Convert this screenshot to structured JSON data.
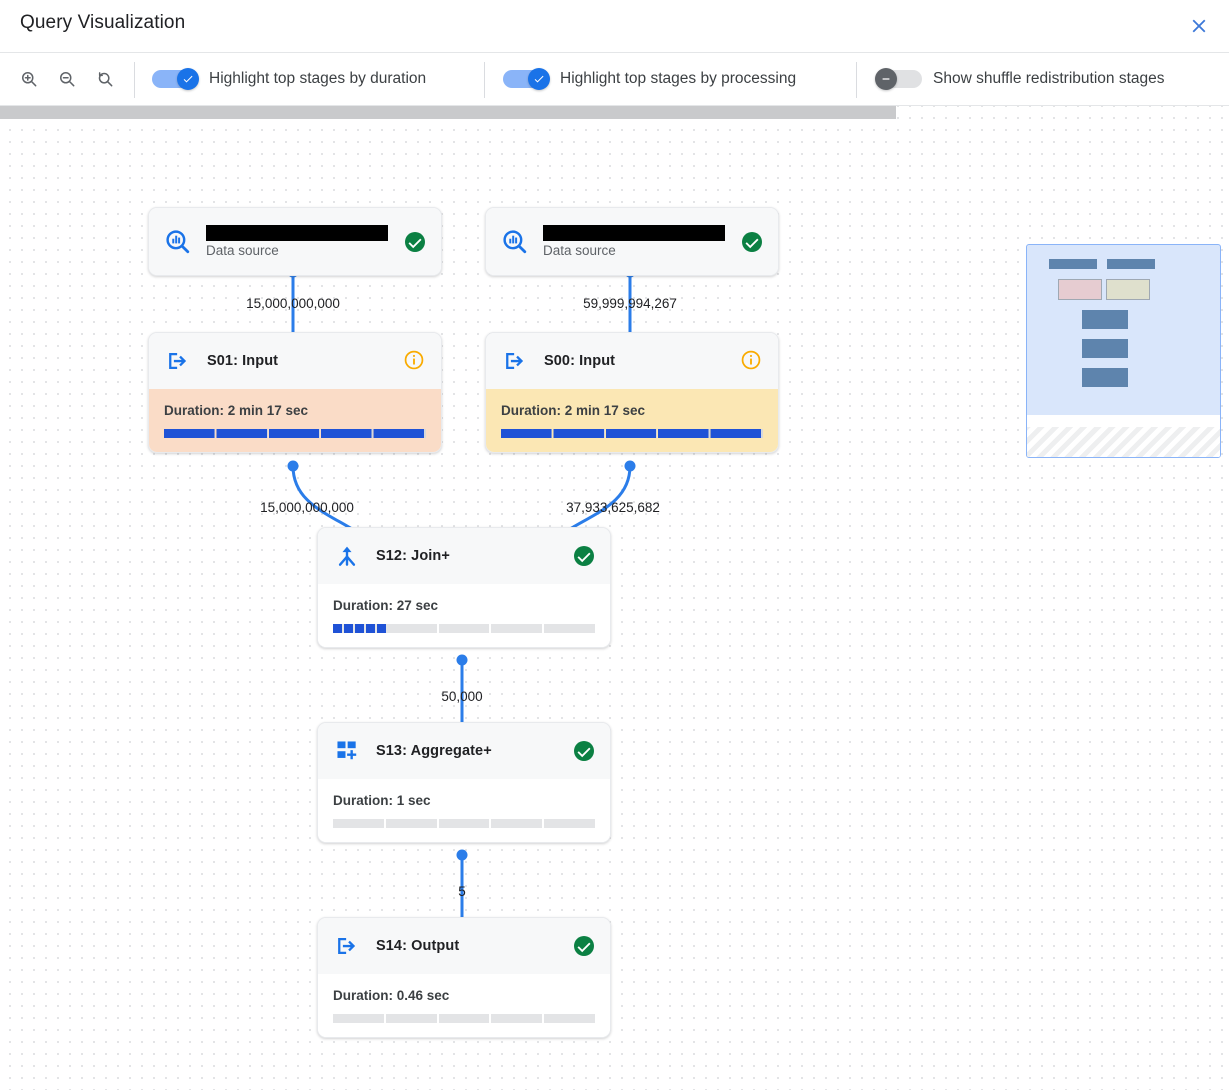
{
  "header": {
    "title": "Query Visualization",
    "close_icon": "close-icon"
  },
  "toolbar": {
    "zoom_in_icon": "zoom-in-icon",
    "zoom_out_icon": "zoom-out-icon",
    "zoom_reset_icon": "zoom-reset-icon",
    "toggles": [
      {
        "label": "Highlight top stages by duration",
        "state": "on"
      },
      {
        "label": "Highlight top stages by processing",
        "state": "on"
      },
      {
        "label": "Show shuffle redistribution stages",
        "state": "off"
      }
    ]
  },
  "colors": {
    "accent_blue": "#1a73e8",
    "bar_blue": "#1f52d6",
    "status_green": "#0b8043",
    "info_orange": "#f9ab00",
    "highlight_duration": "#fadcc7",
    "highlight_processing": "#fbe7b4"
  },
  "graph": {
    "nodes": [
      {
        "id": "ds-left",
        "kind": "data-source",
        "icon": "data-source-search-icon",
        "name_redacted": true,
        "subtitle": "Data source",
        "status": "success"
      },
      {
        "id": "ds-right",
        "kind": "data-source",
        "icon": "data-source-search-icon",
        "name_redacted": true,
        "subtitle": "Data source",
        "status": "success"
      },
      {
        "id": "S01",
        "kind": "stage",
        "icon": "input-arrow-icon",
        "title": "S01: Input",
        "status": "info",
        "duration_label": "Duration: 2 min 17 sec",
        "progress_percent": 100,
        "highlight": "duration"
      },
      {
        "id": "S00",
        "kind": "stage",
        "icon": "input-arrow-icon",
        "title": "S00: Input",
        "status": "info",
        "duration_label": "Duration: 2 min 17 sec",
        "progress_percent": 100,
        "highlight": "processing"
      },
      {
        "id": "S12",
        "kind": "stage",
        "icon": "join-merge-icon",
        "title": "S12: Join+",
        "status": "success",
        "duration_label": "Duration: 27 sec",
        "progress_percent": 21,
        "highlight": "none"
      },
      {
        "id": "S13",
        "kind": "stage",
        "icon": "aggregate-squares-icon",
        "title": "S13: Aggregate+",
        "status": "success",
        "duration_label": "Duration: 1 sec",
        "progress_percent": 1,
        "highlight": "none"
      },
      {
        "id": "S14",
        "kind": "stage",
        "icon": "output-arrow-icon",
        "title": "S14: Output",
        "status": "success",
        "duration_label": "Duration: 0.46 sec",
        "progress_percent": 0,
        "highlight": "none"
      }
    ],
    "edges": [
      {
        "from": "ds-left",
        "to": "S01",
        "label": "15,000,000,000"
      },
      {
        "from": "ds-right",
        "to": "S00",
        "label": "59,999,994,267"
      },
      {
        "from": "S01",
        "to": "S12",
        "label": "15,000,000,000"
      },
      {
        "from": "S00",
        "to": "S12",
        "label": "37,933,625,682"
      },
      {
        "from": "S12",
        "to": "S13",
        "label": "50,000"
      },
      {
        "from": "S13",
        "to": "S14",
        "label": "5"
      }
    ]
  },
  "minimap": {
    "name": "graph-minimap"
  },
  "scrollbar": {
    "orientation": "horizontal",
    "thumb_fraction": 0.729
  }
}
